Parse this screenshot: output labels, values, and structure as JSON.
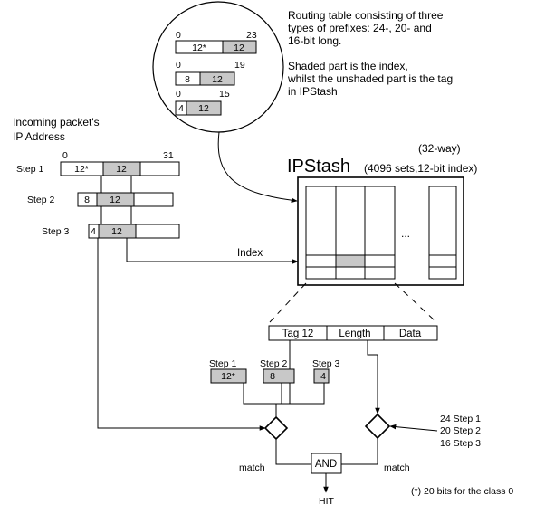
{
  "callout": {
    "prefixes": [
      {
        "start": "0",
        "end": "23",
        "tag": "12*",
        "index": "12"
      },
      {
        "start": "0",
        "end": "19",
        "tag": "8",
        "index": "12"
      },
      {
        "start": "0",
        "end": "15",
        "tag": "4",
        "index": "12"
      }
    ],
    "note_line1": "Routing table consisting of three",
    "note_line2": "types of prefixes: 24-, 20- and",
    "note_line3": "16-bit long.",
    "note_line4": "Shaded part is the index,",
    "note_line5": "whilst the unshaded part is the tag",
    "note_line6": "in IPStash"
  },
  "incoming": {
    "title_line1": "Incoming packet's",
    "title_line2": "IP Address",
    "bit_start": "0",
    "bit_end": "31",
    "steps": [
      {
        "label": "Step 1",
        "tag": "12*",
        "index": "12"
      },
      {
        "label": "Step 2",
        "tag": "8",
        "index": "12"
      },
      {
        "label": "Step 3",
        "tag": "4",
        "index": "12"
      }
    ]
  },
  "ipstash": {
    "title": "IPStash",
    "way_label": "(32-way)",
    "sets_label": "(4096 sets,12-bit index)",
    "ellipsis": "...",
    "index_label": "Index"
  },
  "entry": {
    "fields": [
      "Tag 12",
      "Length",
      "Data"
    ]
  },
  "tag_compare": {
    "steps": [
      {
        "label": "Step 1",
        "value": "12*"
      },
      {
        "label": "Step 2",
        "value": "8"
      },
      {
        "label": "Step 3",
        "value": "4"
      }
    ]
  },
  "length_compare": {
    "lines": [
      "24 Step 1",
      "20 Step 2",
      "16 Step 3"
    ]
  },
  "logic": {
    "match_left": "match",
    "match_right": "match",
    "and_label": "AND",
    "hit_label": "HIT"
  },
  "footnote": "(*) 20 bits for the class 0"
}
